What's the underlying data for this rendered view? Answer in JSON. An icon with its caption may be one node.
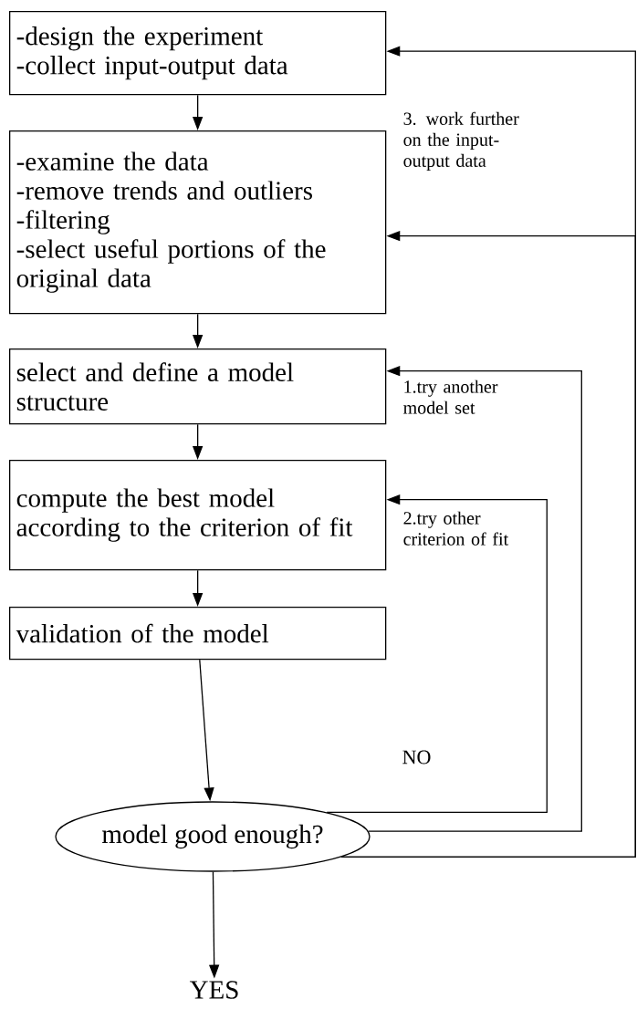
{
  "diagram": {
    "nodes": [
      {
        "text": [
          "-design the experiment",
          "-collect input-output data"
        ]
      },
      {
        "text": [
          "-examine the data",
          "-remove trends and outliers",
          "-filtering",
          "-select useful portions of the original data"
        ]
      },
      {
        "text": [
          "select and define a model structure"
        ]
      },
      {
        "text": [
          "compute the best model according to the criterion of fit"
        ]
      },
      {
        "text": [
          "validation of the model"
        ]
      },
      {
        "text": [
          "model good enough?"
        ]
      },
      {
        "text": [
          "YES"
        ]
      }
    ],
    "edges": [
      {
        "from": 0,
        "to": 1,
        "arrow": "to"
      },
      {
        "from": 1,
        "to": 2,
        "arrow": "to"
      },
      {
        "from": 2,
        "to": 3,
        "arrow": "to"
      },
      {
        "from": 3,
        "to": 4,
        "arrow": "to"
      },
      {
        "from": 4,
        "to": 5,
        "arrow": "to"
      },
      {
        "from": 5,
        "to": 6,
        "arrow": "to"
      },
      {
        "from": 5,
        "to": 3,
        "arrow": "to",
        "label": "2.try other criterion of fit"
      },
      {
        "from": 5,
        "to": 2,
        "arrow": "to",
        "label": "1.try another model set"
      },
      {
        "from": 5,
        "to": 0,
        "arrow": "to"
      },
      {
        "from": 5,
        "to": 1,
        "arrow": "to",
        "label": "3. work further on the input-output data"
      }
    ],
    "labels": [
      "NO"
    ]
  }
}
